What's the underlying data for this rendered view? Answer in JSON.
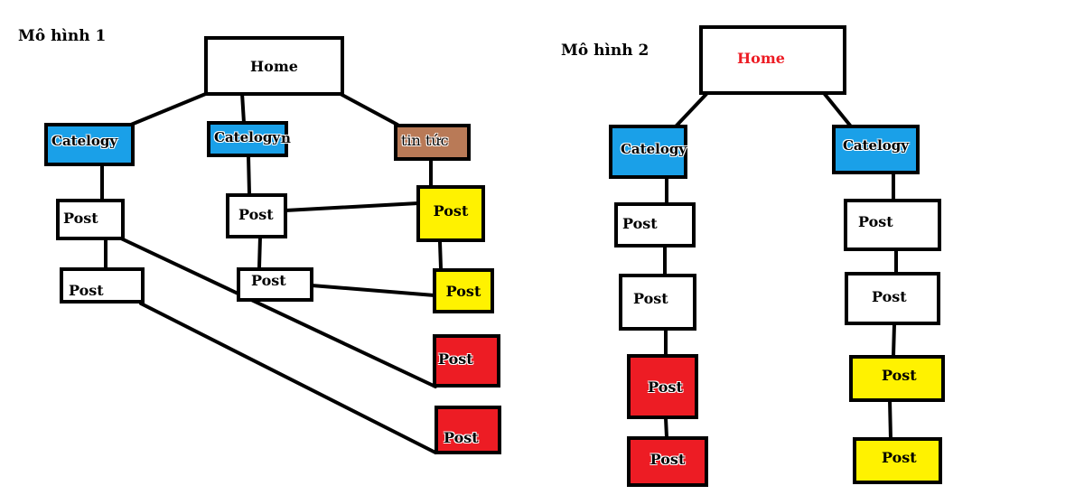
{
  "colors": {
    "blue": "#1aa0e8",
    "brown": "#b97a57",
    "yellow": "#fff200",
    "red": "#ed1c24",
    "white": "#ffffff",
    "home2_text": "#ed1c24"
  },
  "model1": {
    "title": "Mô hình 1",
    "home": "Home",
    "cat_left": "Catelogy",
    "cat_mid": "Catelogy",
    "cat_mid_trail": "n",
    "news": "tin tức",
    "post_l1": "Post",
    "post_l2": "Post",
    "post_m1": "Post",
    "post_m2": "Post",
    "post_y1": "Post",
    "post_y2": "Post",
    "post_r1": "Post",
    "post_r2": "Post"
  },
  "model2": {
    "title": "Mô hình 2",
    "home": "Home",
    "cat_left": "Catelogy",
    "cat_right": "Catelogy",
    "left_posts": [
      "Post",
      "Post",
      "Post",
      "Post"
    ],
    "right_posts": [
      "Post",
      "Post",
      "Post",
      "Post"
    ]
  }
}
